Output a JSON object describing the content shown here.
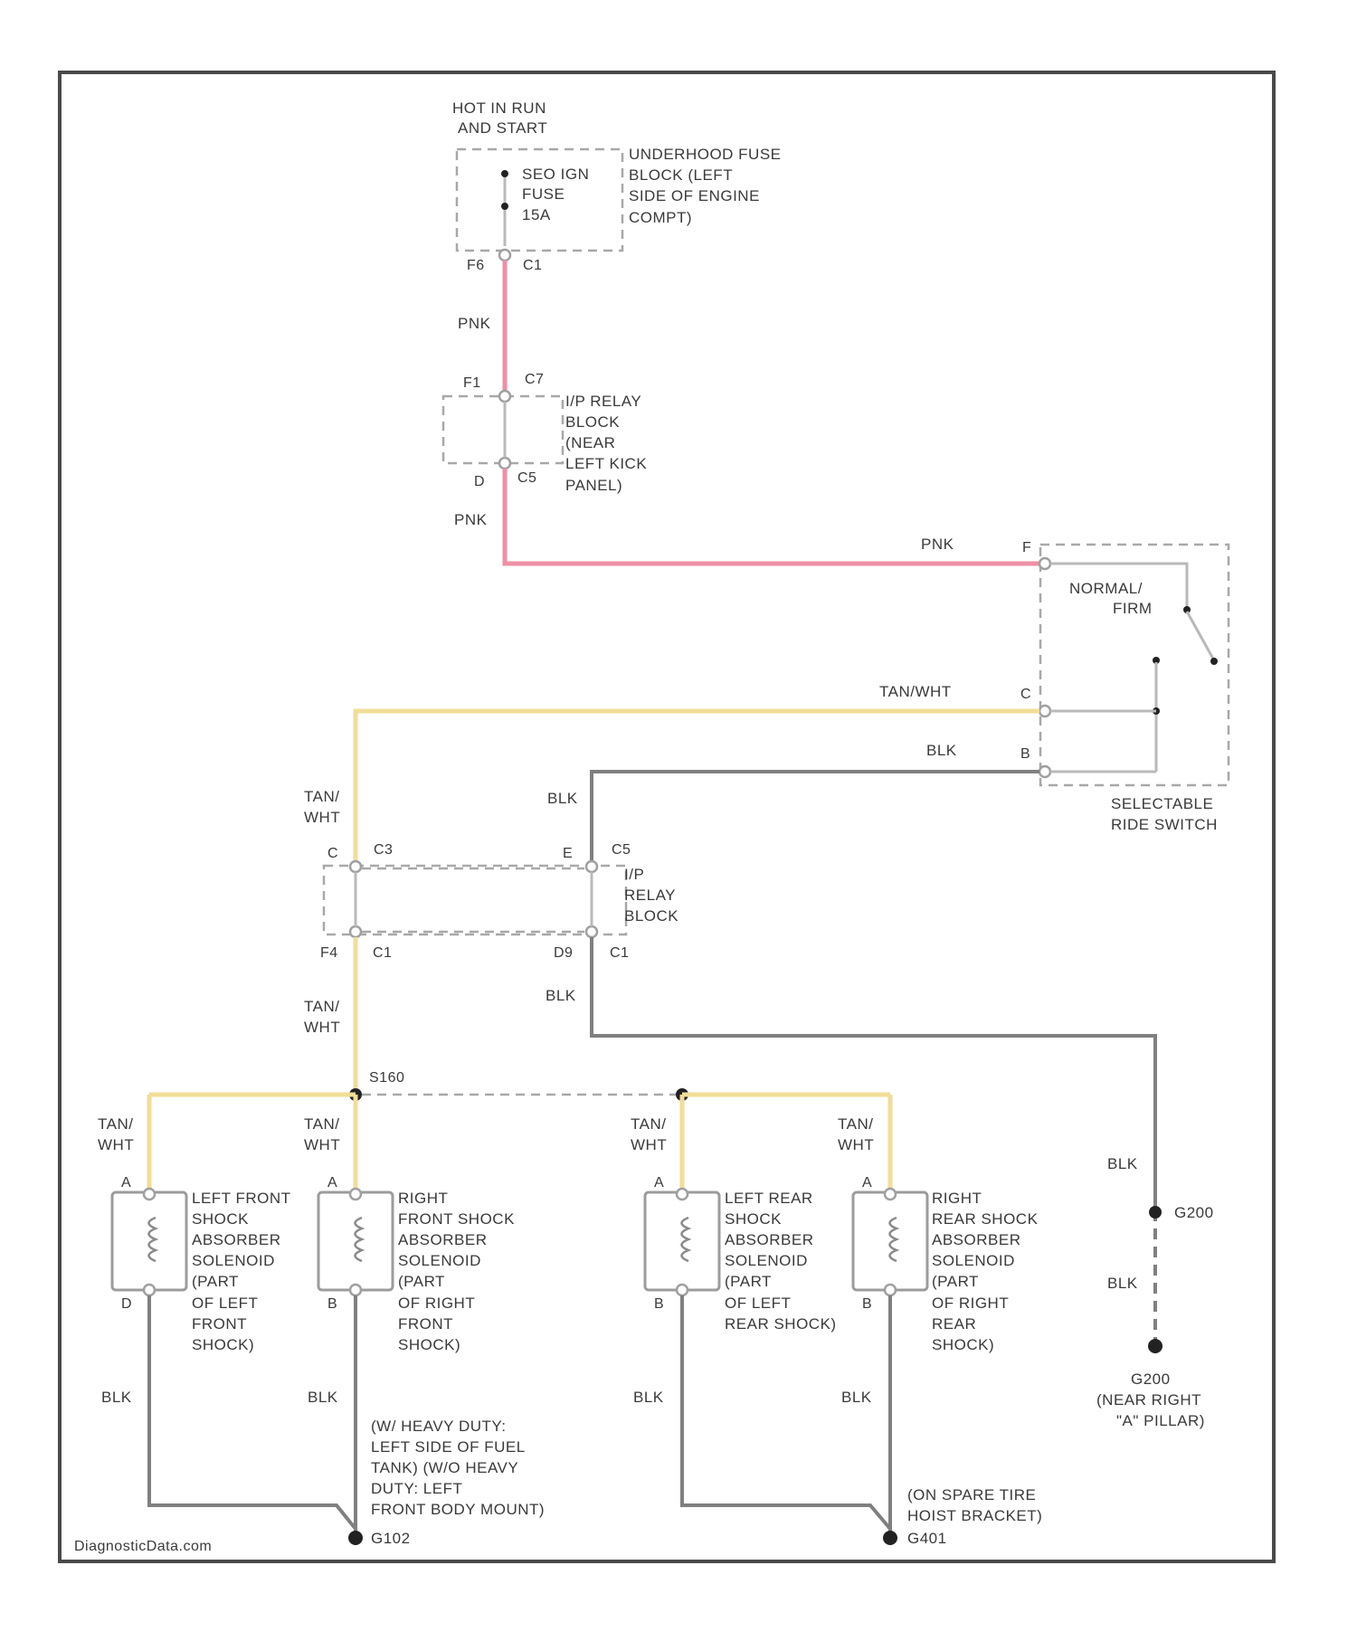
{
  "power": {
    "header": [
      "HOT IN RUN",
      "AND START"
    ],
    "fuse": [
      "SEO IGN",
      "FUSE",
      "15A"
    ],
    "fuse_block": [
      "UNDERHOOD FUSE",
      "BLOCK (LEFT",
      "SIDE OF ENGINE",
      "COMPT)"
    ],
    "fuse_pin": "F6",
    "fuse_conn": "C1"
  },
  "relay_block_top": {
    "pin_top": "F1",
    "conn_top": "C7",
    "pin_bottom": "D",
    "conn_bottom": "C5",
    "label": [
      "I/P RELAY",
      "BLOCK",
      "(NEAR",
      "LEFT KICK",
      "PANEL)"
    ]
  },
  "wires": {
    "pnk_1": "PNK",
    "pnk_2": "PNK",
    "pnk_3": "PNK",
    "tan_wht_top": "TAN/WHT",
    "blk_top": "BLK",
    "tan_left_1": [
      "TAN/",
      "WHT"
    ],
    "blk_left_1": "BLK",
    "tan_left_2": [
      "TAN/",
      "WHT"
    ],
    "blk_left_2": "BLK",
    "tan_lf": [
      "TAN/",
      "WHT"
    ],
    "tan_rf": [
      "TAN/",
      "WHT"
    ],
    "tan_lr": [
      "TAN/",
      "WHT"
    ],
    "tan_rr": [
      "TAN/",
      "WHT"
    ],
    "blk_lf": "BLK",
    "blk_rf": "BLK",
    "blk_lr": "BLK",
    "blk_rr": "BLK",
    "blk_g_upper": "BLK",
    "blk_g_lower": "BLK"
  },
  "ride_switch": {
    "pin_f": "F",
    "pin_c": "C",
    "pin_b": "B",
    "position_label": [
      "NORMAL/",
      "FIRM"
    ],
    "label": [
      "SELECTABLE",
      "RIDE SWITCH"
    ]
  },
  "relay_block_mid": {
    "pin_c": "C",
    "conn_c": "C3",
    "pin_e": "E",
    "conn_e": "C5",
    "pin_f4": "F4",
    "conn_f4": "C1",
    "pin_d9": "D9",
    "conn_d9": "C1",
    "label": [
      "I/P",
      "RELAY",
      "BLOCK"
    ]
  },
  "splice": "S160",
  "solenoids": [
    {
      "pin_a": "A",
      "pin_b": "D",
      "label": [
        "LEFT FRONT",
        "SHOCK",
        "ABSORBER",
        "SOLENOID",
        "(PART",
        "OF LEFT",
        "FRONT",
        "SHOCK)"
      ]
    },
    {
      "pin_a": "A",
      "pin_b": "B",
      "label": [
        "RIGHT",
        "FRONT SHOCK",
        "ABSORBER",
        "SOLENOID",
        "(PART",
        "OF RIGHT",
        "FRONT",
        "SHOCK)"
      ]
    },
    {
      "pin_a": "A",
      "pin_b": "B",
      "label": [
        "LEFT REAR",
        "SHOCK",
        "ABSORBER",
        "SOLENOID",
        "(PART",
        "OF LEFT",
        "REAR SHOCK)"
      ]
    },
    {
      "pin_a": "A",
      "pin_b": "B",
      "label": [
        "RIGHT",
        "REAR SHOCK",
        "ABSORBER",
        "SOLENOID",
        "(PART",
        "OF RIGHT",
        "REAR",
        "SHOCK)"
      ]
    }
  ],
  "grounds": {
    "g200": "G200",
    "g200_label": [
      "G200",
      "(NEAR RIGHT",
      "\"A\" PILLAR)"
    ],
    "front_label": [
      "(W/ HEAVY DUTY:",
      "LEFT SIDE OF FUEL",
      "TANK) (W/O HEAVY",
      "DUTY: LEFT",
      "FRONT BODY MOUNT)",
      "G102"
    ],
    "rear_label": [
      "(ON SPARE TIRE",
      "HOIST BRACKET)",
      "G401"
    ]
  },
  "watermark": "DiagnosticData.com",
  "colors": {
    "pnk": "#ef8fa6",
    "tan_wht": "#f1de97",
    "blk": "#808080"
  }
}
